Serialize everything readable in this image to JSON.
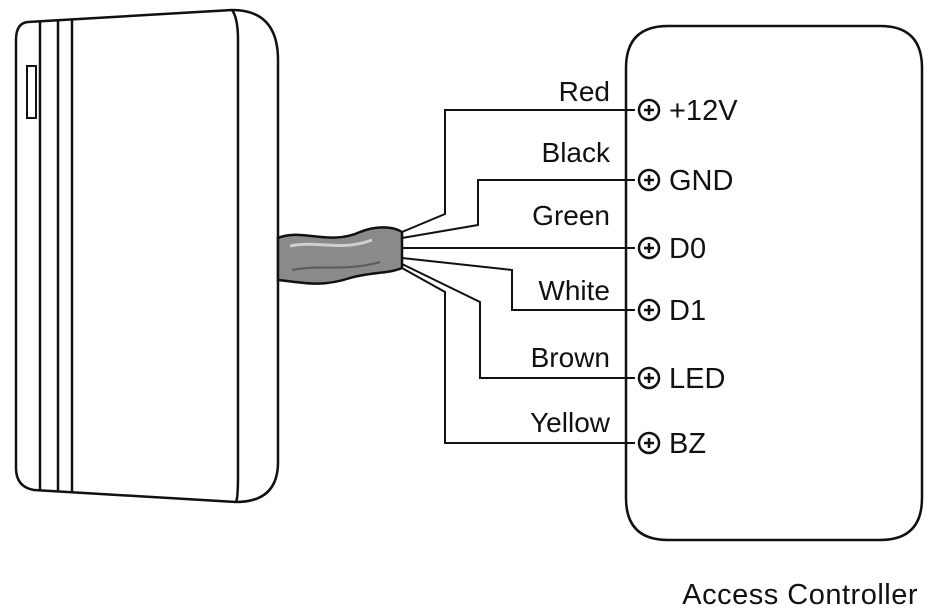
{
  "diagram": {
    "controller_title": "Access Controller",
    "connections": [
      {
        "wire": "Red",
        "terminal": "+12V"
      },
      {
        "wire": "Black",
        "terminal": "GND"
      },
      {
        "wire": "Green",
        "terminal": "D0"
      },
      {
        "wire": "White",
        "terminal": "D1"
      },
      {
        "wire": "Brown",
        "terminal": "LED"
      },
      {
        "wire": "Yellow",
        "terminal": "BZ"
      }
    ],
    "icons": {
      "reader": "card-reader-icon",
      "terminal": "screw-terminal-icon"
    }
  }
}
